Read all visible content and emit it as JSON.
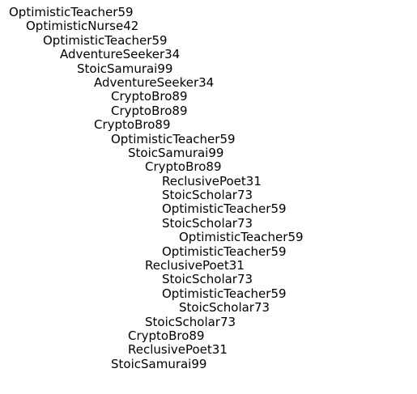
{
  "nodes": [
    {
      "name": "OptimisticTeacher59",
      "depth": 0
    },
    {
      "name": "OptimisticNurse42",
      "depth": 1
    },
    {
      "name": "OptimisticTeacher59",
      "depth": 2
    },
    {
      "name": "AdventureSeeker34",
      "depth": 3
    },
    {
      "name": "StoicSamurai99",
      "depth": 4
    },
    {
      "name": "AdventureSeeker34",
      "depth": 5
    },
    {
      "name": "CryptoBro89",
      "depth": 6
    },
    {
      "name": "CryptoBro89",
      "depth": 6
    },
    {
      "name": "CryptoBro89",
      "depth": 5
    },
    {
      "name": "OptimisticTeacher59",
      "depth": 6
    },
    {
      "name": "StoicSamurai99",
      "depth": 7
    },
    {
      "name": "CryptoBro89",
      "depth": 8
    },
    {
      "name": "ReclusivePoet31",
      "depth": 9
    },
    {
      "name": "StoicScholar73",
      "depth": 9
    },
    {
      "name": "OptimisticTeacher59",
      "depth": 9
    },
    {
      "name": "StoicScholar73",
      "depth": 9
    },
    {
      "name": "OptimisticTeacher59",
      "depth": 10
    },
    {
      "name": "OptimisticTeacher59",
      "depth": 9
    },
    {
      "name": "ReclusivePoet31",
      "depth": 8
    },
    {
      "name": "StoicScholar73",
      "depth": 9
    },
    {
      "name": "OptimisticTeacher59",
      "depth": 9
    },
    {
      "name": "StoicScholar73",
      "depth": 10
    },
    {
      "name": "StoicScholar73",
      "depth": 8
    },
    {
      "name": "CryptoBro89",
      "depth": 7
    },
    {
      "name": "ReclusivePoet31",
      "depth": 7
    },
    {
      "name": "StoicSamurai99",
      "depth": 6
    }
  ]
}
